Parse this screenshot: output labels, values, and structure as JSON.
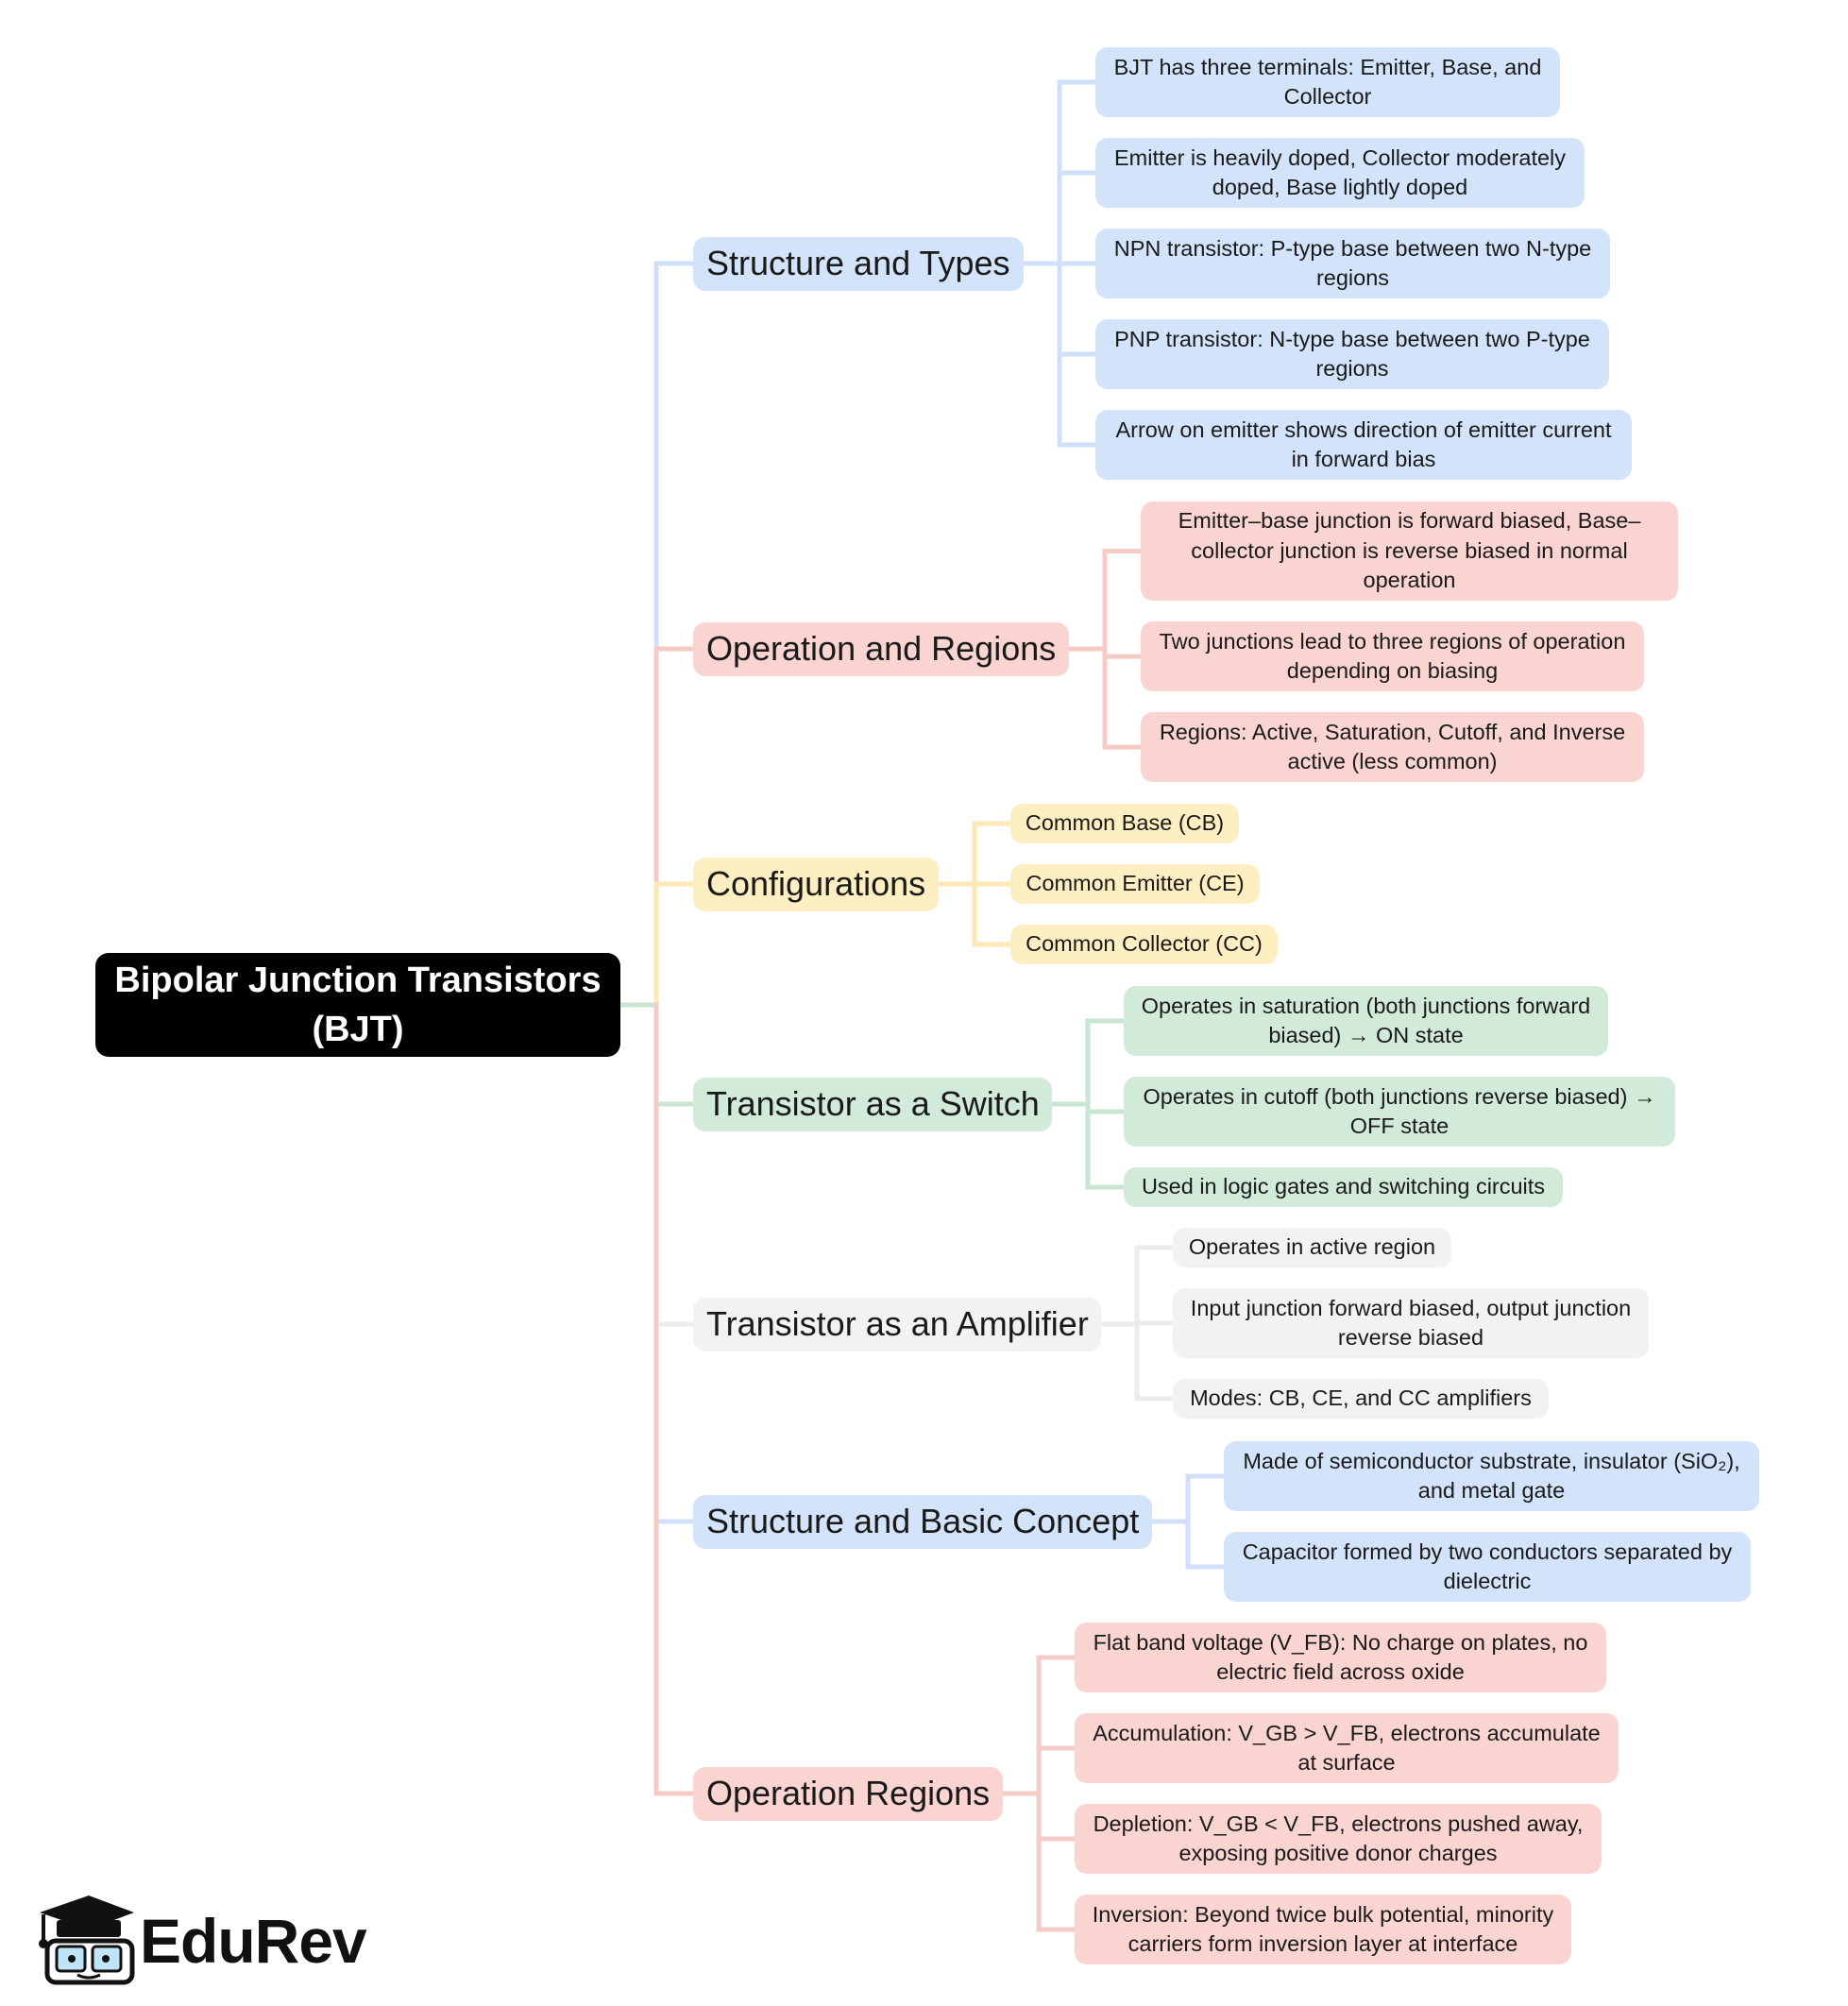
{
  "colors": {
    "blue": "#d2e3fa",
    "red": "#f9d4d0",
    "yellow": "#fdefc1",
    "green": "#d1eada",
    "gray": "#f2f2f3",
    "line_blue": "#cfe0f8",
    "line_red": "#f6cbc6",
    "line_yellow": "#fde9b6",
    "line_green": "#c9e6d2",
    "line_gray": "#ececee"
  },
  "mindmap": {
    "root": "Bipolar Junction Transistors (BJT)",
    "branches": [
      {
        "label": "Structure and Types",
        "color": "blue",
        "children": [
          "BJT has three terminals: Emitter, Base, and Collector",
          "Emitter is heavily doped, Collector moderately doped, Base lightly doped",
          "NPN transistor: P-type base between two N-type regions",
          "PNP transistor: N-type base between two P-type regions",
          "Arrow on emitter shows direction of emitter current in forward bias"
        ]
      },
      {
        "label": "Operation and Regions",
        "color": "red",
        "children": [
          "Emitter–base junction is forward biased, Base–collector junction is reverse biased in normal operation",
          "Two junctions lead to three regions of operation depending on biasing",
          "Regions: Active, Saturation, Cutoff, and Inverse active (less common)"
        ]
      },
      {
        "label": "Configurations",
        "color": "yellow",
        "children": [
          "Common Base (CB)",
          "Common Emitter (CE)",
          "Common Collector (CC)"
        ]
      },
      {
        "label": "Transistor as a Switch",
        "color": "green",
        "children": [
          "Operates in saturation (both junctions forward biased) → ON state",
          "Operates in cutoff (both junctions reverse biased) → OFF state",
          "Used in logic gates and switching circuits"
        ]
      },
      {
        "label": "Transistor as an Amplifier",
        "color": "gray",
        "children": [
          "Operates in active region",
          "Input junction forward biased, output junction reverse biased",
          "Modes: CB, CE, and CC amplifiers"
        ]
      },
      {
        "label": "Structure and Basic Concept",
        "color": "blue",
        "children": [
          "Made of semiconductor substrate, insulator (SiO₂), and metal gate",
          "Capacitor formed by two conductors separated by dielectric"
        ]
      },
      {
        "label": "Operation Regions",
        "color": "red",
        "children": [
          "Flat band voltage (V_FB): No charge on plates, no electric field across oxide",
          "Accumulation: V_GB > V_FB, electrons accumulate at surface",
          "Depletion: V_GB < V_FB, electrons pushed away, exposing positive donor charges",
          "Inversion: Beyond twice bulk potential, minority carriers form inversion layer at interface"
        ]
      }
    ]
  },
  "brand": {
    "name": "EduRev",
    "icon": "graduation-cap-icon"
  }
}
